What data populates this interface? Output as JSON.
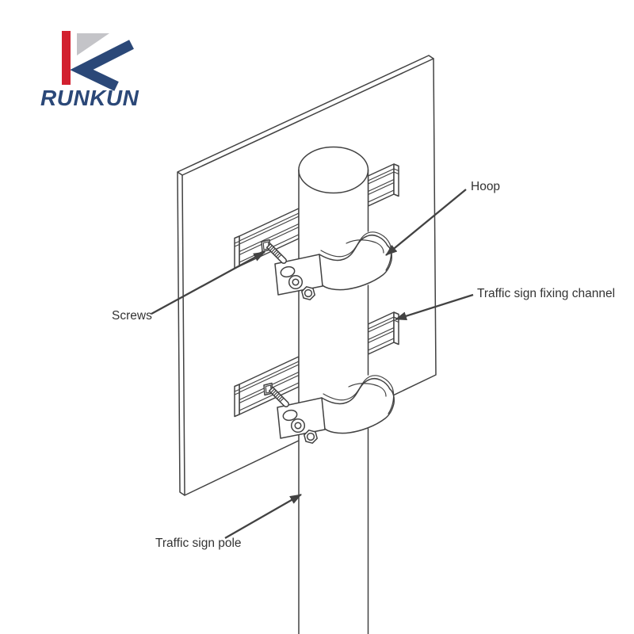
{
  "logo": {
    "brand": "RUNKUN"
  },
  "labels": {
    "hoop": "Hoop",
    "screws": "Screws",
    "fixing_channel": "Traffic sign fixing channel",
    "pole": "Traffic sign pole"
  },
  "colors": {
    "line": "#424242",
    "label-text": "#333333",
    "logo-red": "#D2202F",
    "logo-navy": "#2B4878",
    "logo-gray": "#C4C4C8"
  }
}
